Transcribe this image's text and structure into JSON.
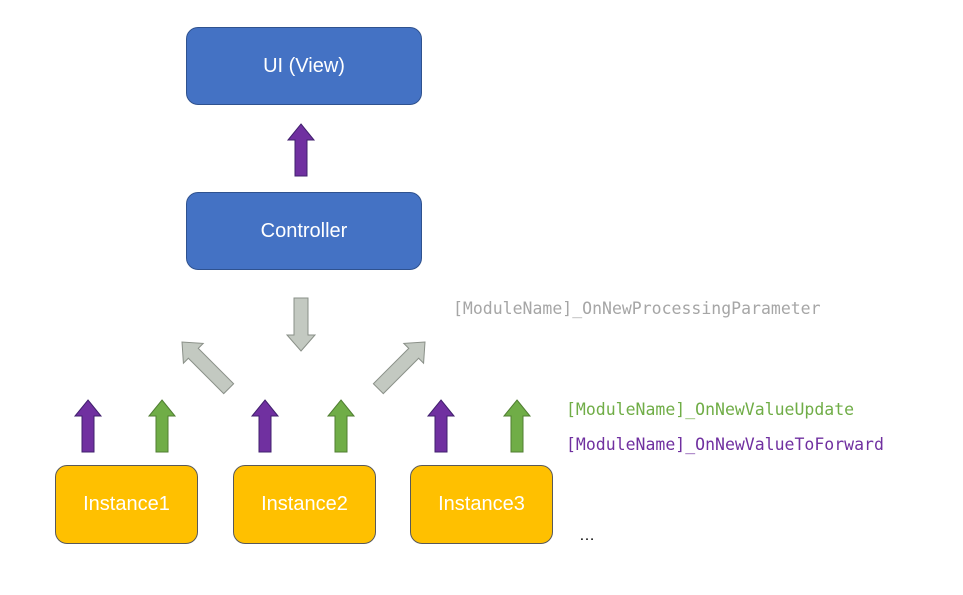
{
  "nodes": {
    "ui_view": "UI (View)",
    "controller": "Controller",
    "instances": [
      "Instance1",
      "Instance2",
      "Instance3"
    ],
    "ellipsis": "…"
  },
  "events": {
    "processing_parameter": "[ModuleName]_OnNewProcessingParameter",
    "value_update": "[ModuleName]_OnNewValueUpdate",
    "value_to_forward": "[ModuleName]_OnNewValueToForward"
  },
  "colors": {
    "box_blue": "#4472c4",
    "box_orange": "#ffc000",
    "arrow_purple": "#7030a0",
    "arrow_green": "#70ad47",
    "arrow_gray": "#c3c9c1",
    "label_gray": "#a6a6a6"
  },
  "icons": {
    "purple_arrow": "up-arrow-icon",
    "green_arrow": "up-arrow-icon",
    "gray_arrow": "down-arrow-icon"
  }
}
